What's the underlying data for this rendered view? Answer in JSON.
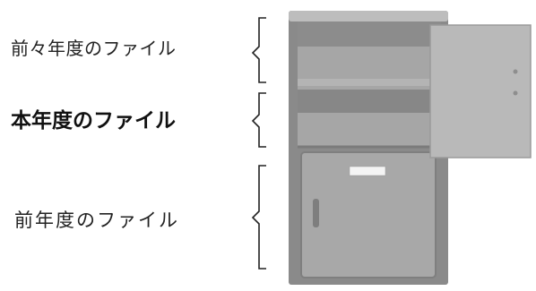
{
  "labels": [
    {
      "id": "prev-prev",
      "text": "前々年度のファイル"
    },
    {
      "id": "current",
      "text": "本年度のファイル"
    },
    {
      "id": "previous",
      "text": "前年度のファイル"
    }
  ],
  "colors": {
    "cabinet_body": "#8a8a8a",
    "cabinet_top": "#c0c0c0",
    "shelf_area": "#a6a6a6",
    "shelf_band": "#878787",
    "drawer_front": "#a8a8a8",
    "door": "#b9b9b9",
    "text": "#222222"
  }
}
